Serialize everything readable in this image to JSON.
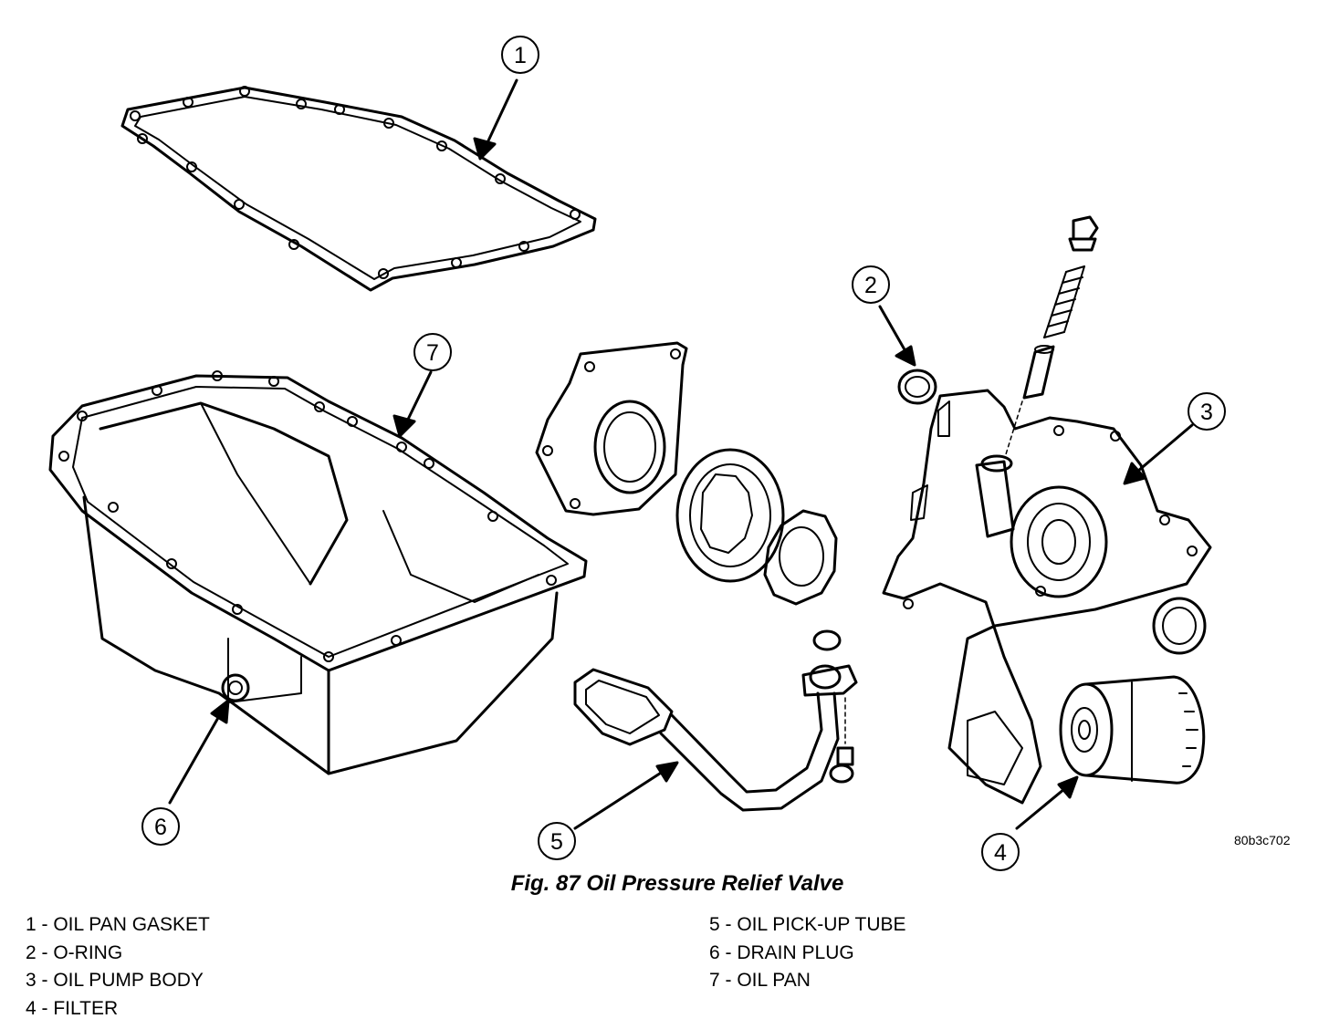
{
  "callouts": [
    "1",
    "2",
    "3",
    "4",
    "5",
    "6",
    "7"
  ],
  "image_code": "80b3c702",
  "caption": "Fig. 87 Oil Pressure Relief Valve",
  "legend": {
    "left": [
      "1 - OIL PAN GASKET",
      "2 - O-RING",
      "3 - OIL PUMP BODY",
      "4 - FILTER"
    ],
    "right": [
      "5 - OIL PICK-UP TUBE",
      "6 - DRAIN PLUG",
      "7 - OIL PAN"
    ]
  }
}
